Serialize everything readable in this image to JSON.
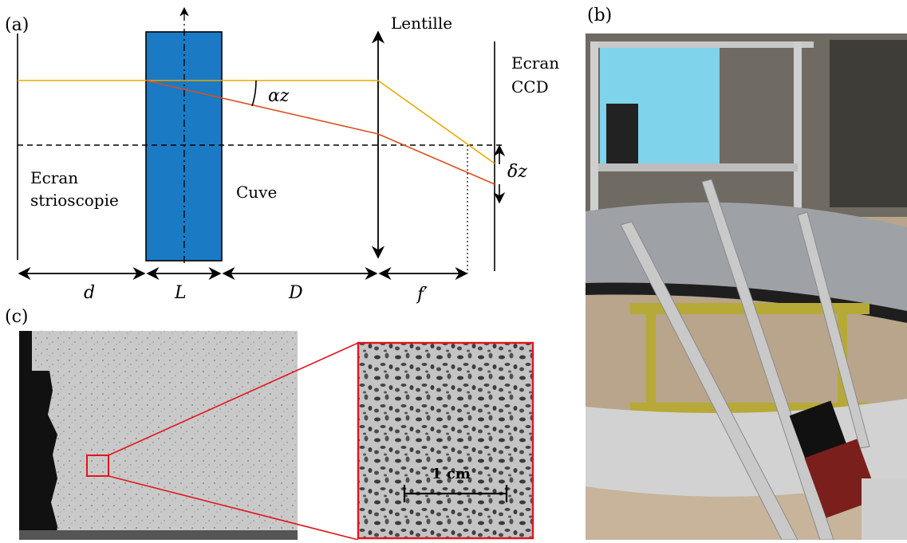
{
  "panels": {
    "a": "(a)",
    "b": "(b)",
    "c": "(c)"
  },
  "diagram_a": {
    "lentille": "Lentille",
    "ecran_ccd_line1": "Ecran",
    "ecran_ccd_line2": "CCD",
    "ecran_strio_line1": "Ecran",
    "ecran_strio_line2": "strioscopie",
    "cuve": "Cuve",
    "alpha_z": "αz",
    "delta_z": "δz",
    "d": "d",
    "L": "L",
    "D": "D",
    "f_prime": "f′",
    "colors": {
      "tank": "#1a7ac4",
      "ray_straight": "#e8a800",
      "ray_deflected": "#d9501e"
    }
  },
  "panel_c": {
    "scale_label": "1 cm",
    "zoom_color": "#e0161c"
  }
}
